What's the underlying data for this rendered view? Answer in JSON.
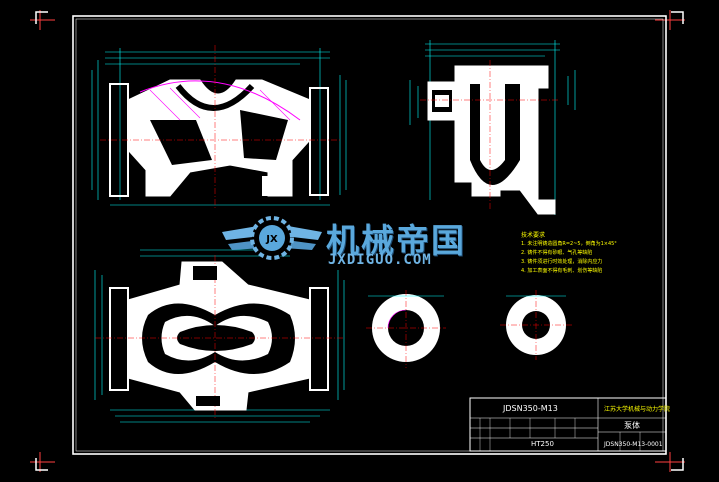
{
  "logo": {
    "chinese_text": "机械帝国",
    "english_text": "JXDIGUO.COM",
    "emblem_letters": "JX"
  },
  "technical_notes": {
    "heading": "技术要求",
    "items": [
      "1. 未注明铸造圆角R=2~5，倒角为1×45°",
      "2. 铸件不得有砂眼、气孔等缺陷",
      "3. 铸件须进行时效处理，消除内应力",
      "4. 加工表面不得有毛刺、划伤等缺陷"
    ]
  },
  "title_block": {
    "drawing_title": "JDSN350-M13",
    "company": "江苏大学机械与动力学院",
    "part_name": "泵体",
    "material": "HT250",
    "drawing_number": "JDSN350-M13-0001"
  },
  "colors": {
    "background": "#000000",
    "outline": "#ffffff",
    "dimension": "#00ffff",
    "centerline": "#ff0000",
    "hatch": "#ff00ff",
    "notes": "#ffff00",
    "logo": "#5aa8dc"
  }
}
